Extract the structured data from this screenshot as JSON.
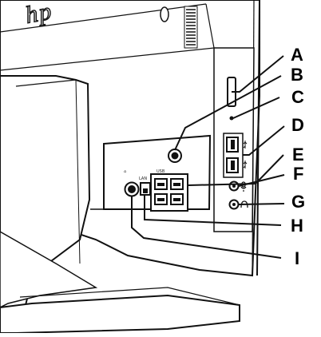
{
  "diagram": {
    "logo": "hp",
    "callouts": [
      {
        "id": "A",
        "label": "A"
      },
      {
        "id": "B",
        "label": "B"
      },
      {
        "id": "C",
        "label": "C"
      },
      {
        "id": "D",
        "label": "D"
      },
      {
        "id": "E",
        "label": "E"
      },
      {
        "id": "F",
        "label": "F"
      },
      {
        "id": "G",
        "label": "G"
      },
      {
        "id": "H",
        "label": "H"
      },
      {
        "id": "I",
        "label": "I"
      }
    ],
    "port_labels": {
      "kb_mouse": "⌂",
      "usb_group": "USB",
      "lan": "LAN"
    },
    "icons": {
      "usb": "usb-icon",
      "mic": "microphone-icon",
      "headphone": "headphone-icon"
    }
  }
}
